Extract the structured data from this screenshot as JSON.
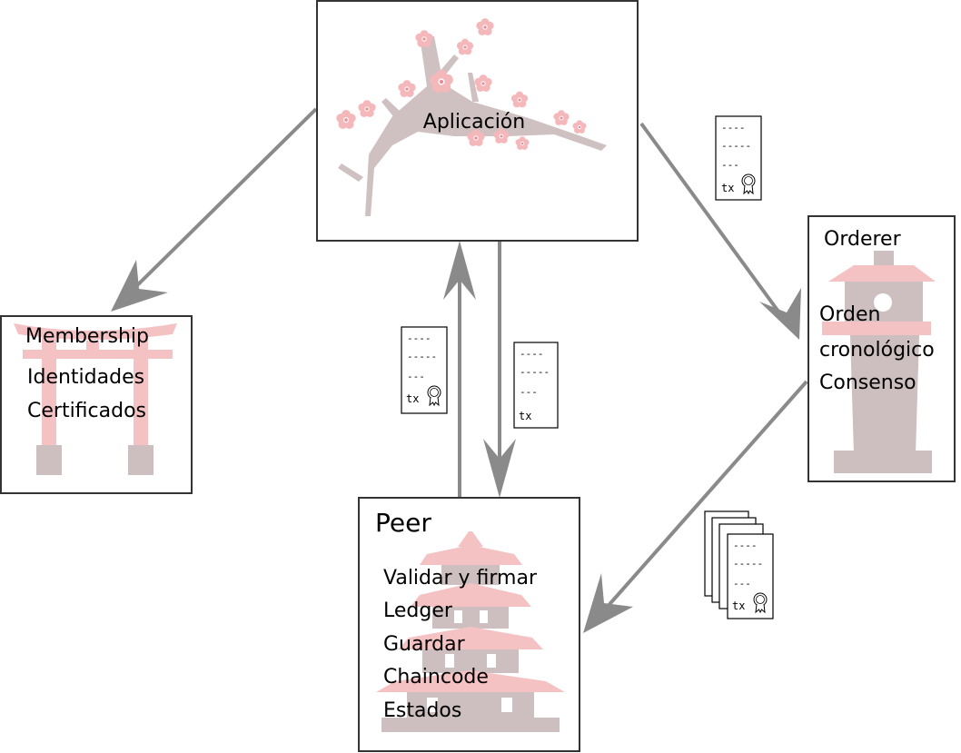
{
  "colors": {
    "arrow": "#8a8a8a",
    "blossom": "#f4b8bb",
    "blossom_center": "#e98c93",
    "branch": "#cfc0c1",
    "box_border": "#333333",
    "pink_structure": "#f5c2c4",
    "grey_structure": "#cdbfc0"
  },
  "application": {
    "label": "Aplicación",
    "illustration": "cherry-blossom-branch"
  },
  "membership": {
    "lines": [
      "Membership",
      "Identidades",
      "Certificados"
    ],
    "illustration": "torii-gate"
  },
  "orderer": {
    "title": "Orderer",
    "lines": [
      "Orden",
      "cronológico",
      "Consenso"
    ],
    "illustration": "stone-lantern"
  },
  "peer": {
    "title": "Peer",
    "lines": [
      "Validar y firmar",
      "Ledger",
      "Guardar",
      "Chaincode",
      "Estados"
    ],
    "illustration": "pagoda"
  },
  "documents": {
    "lines": [
      "----",
      "-----",
      "---"
    ],
    "tx_label": "tx",
    "signed_icon": "certificate-ribbon-icon"
  }
}
